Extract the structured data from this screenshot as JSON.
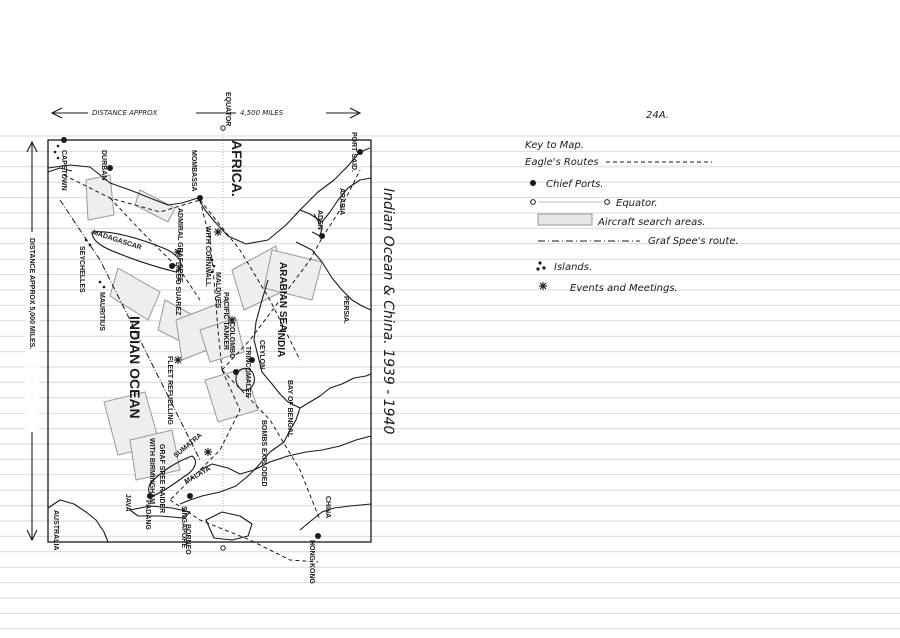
{
  "page_number": "24A.",
  "title": "Indian Ocean & China. 1939 - 1940",
  "distance_horizontal": {
    "left": "DISTANCE APPROX",
    "right": "4,500 MILES"
  },
  "distance_vertical": "DISTANCE APPROX 5,000 MILES.",
  "equator_label": "EQUATOR",
  "labels": {
    "port_said": "PORT SAID.",
    "capetown": "CAPETOWN",
    "durban": "DURBAN",
    "mombassa": "MOMBASSA",
    "africa": "AFRICA.",
    "arabia": "ARABIA",
    "aden": "ADEN",
    "persia": "PERSIA.",
    "arabian_sea": "ARABIAN SEA",
    "madagascar": "MADAGASCAR",
    "diego_suarez": "DIEGO SUAREZ",
    "seychelles": "SEYCHELLES",
    "mauritius": "MAURITIUS",
    "india": "INDIA",
    "indian_ocean": "INDIAN OCEAN",
    "ceylon": "CEYLON",
    "colombo": "COLOMBO",
    "trincomalee": "TRINCOMALEE",
    "maldives": "MALDIVES",
    "bay_of_bengal": "BAY OF BENGAL",
    "bombs_exploded": "BOMBS EXPLODED",
    "sumatra": "SUMATRA",
    "malaya": "MALAYA",
    "singapore": "SINGAPORE",
    "padang": "PADANG",
    "java": "JAVA",
    "borneo": "BORNEO",
    "china": "CHINA",
    "hong_kong": "HONG KONG",
    "australia": "AUSTRALIA",
    "fleet_refuelling": "FLEET REFUELLING",
    "pacific_tanker": "PACIFIC TANKER",
    "with_birmingham": "WITH BIRMINGHAM",
    "graf_spee_raider": "GRAF SPEE RAIDER",
    "admiral_graf_spee": "ADMIRAL GRAF SPEE",
    "with_cornwall": "WITH CORNWALL"
  },
  "key": {
    "title": "Key to Map.",
    "items": [
      {
        "label": "Eagle's Routes",
        "symbol": "dashed-line"
      },
      {
        "label": "Chief Ports.",
        "symbol": "dot"
      },
      {
        "label": "Equator.",
        "symbol": "equator"
      },
      {
        "label": "Aircraft search areas.",
        "symbol": "shaded-box"
      },
      {
        "label": "Graf Spee's route.",
        "symbol": "dash-dot-line"
      },
      {
        "label": "Islands.",
        "symbol": "dots"
      },
      {
        "label": "Events and Meetings.",
        "symbol": "asterisk"
      }
    ]
  },
  "colors": {
    "ink": "#1a1a1a",
    "pencil": "#9a9a9a",
    "rule": "#d9d9d9",
    "paper": "#ffffff"
  }
}
